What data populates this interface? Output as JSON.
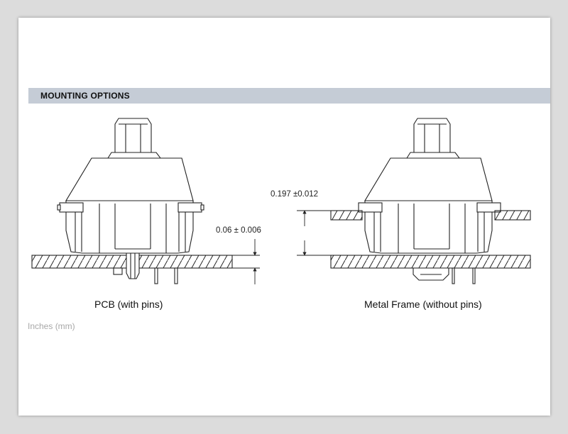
{
  "section": {
    "title": "MOUNTING OPTIONS"
  },
  "left_figure": {
    "caption": "PCB (with pins)",
    "dimension": "0.06 ± 0.006"
  },
  "right_figure": {
    "caption": "Metal Frame (without pins)",
    "dimension": "0.197 ±0.012"
  },
  "footer": {
    "units_note": "Inches (mm)"
  },
  "colors": {
    "section_bar": "#c5ccd6",
    "line": "#222222",
    "units_text": "#a8a8a8"
  }
}
